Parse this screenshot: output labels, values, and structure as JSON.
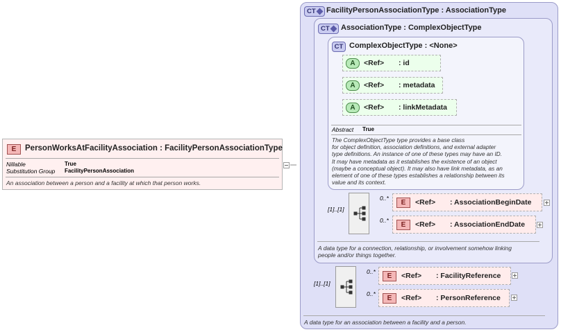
{
  "element": {
    "badge": "E",
    "title": "PersonWorksAtFacilityAssociation : FacilityPersonAssociationType",
    "properties": [
      {
        "key": "Nillable",
        "value": "True"
      },
      {
        "key": "Substitution Group",
        "value": "FacilityPersonAssociation"
      }
    ],
    "documentation": "An association between a person and a facility at which that person works."
  },
  "outer_type": {
    "badge": "CT",
    "title": "FacilityPersonAssociationType : AssociationType",
    "sequence_occurrence": "[1]..[1]",
    "children": [
      {
        "badge": "E",
        "ref": "<Ref>",
        "name": ": FacilityReference",
        "occurrence": "0..*"
      },
      {
        "badge": "E",
        "ref": "<Ref>",
        "name": ": PersonReference",
        "occurrence": "0..*"
      }
    ],
    "documentation": "A data type for an association between a facility and a person."
  },
  "association_type": {
    "badge": "CT",
    "title": "AssociationType : ComplexObjectType",
    "sequence_occurrence": "[1]..[1]",
    "children": [
      {
        "badge": "E",
        "ref": "<Ref>",
        "name": ": AssociationBeginDate",
        "occurrence": "0..*"
      },
      {
        "badge": "E",
        "ref": "<Ref>",
        "name": ": AssociationEndDate",
        "occurrence": "0..*"
      }
    ],
    "documentation_lines": [
      "A data type for a connection, relationship, or involvement somehow linking",
      "people and/or things together."
    ]
  },
  "complex_object_type": {
    "badge": "CT",
    "title": "ComplexObjectType : <None>",
    "attributes": [
      {
        "badge": "A",
        "ref": "<Ref>",
        "name": ": id"
      },
      {
        "badge": "A",
        "ref": "<Ref>",
        "name": ": metadata"
      },
      {
        "badge": "A",
        "ref": "<Ref>",
        "name": ": linkMetadata"
      }
    ],
    "abstract_key": "Abstract",
    "abstract_value": "True",
    "documentation_lines": [
      "The ComplexObjectType type provides a base class",
      "for object definition, association definitions, and external adapter",
      "type definitions. An instance of one of these types may have an ID.",
      "It may have metadata as it establishes the existence of an object",
      "(maybe a conceptual object). It may also have link metadata, as an",
      "element of one of these types establishes a relationship between its",
      "value and its context."
    ]
  },
  "colors": {
    "element_bg": "#fff0f0",
    "ct_outer_bg": "#dfe0f7",
    "ct_mid_bg": "#e9eafa",
    "ct_inner_bg": "#f3f4fc",
    "attr_bg": "#ecffec",
    "eref_bg": "#ffecec"
  }
}
